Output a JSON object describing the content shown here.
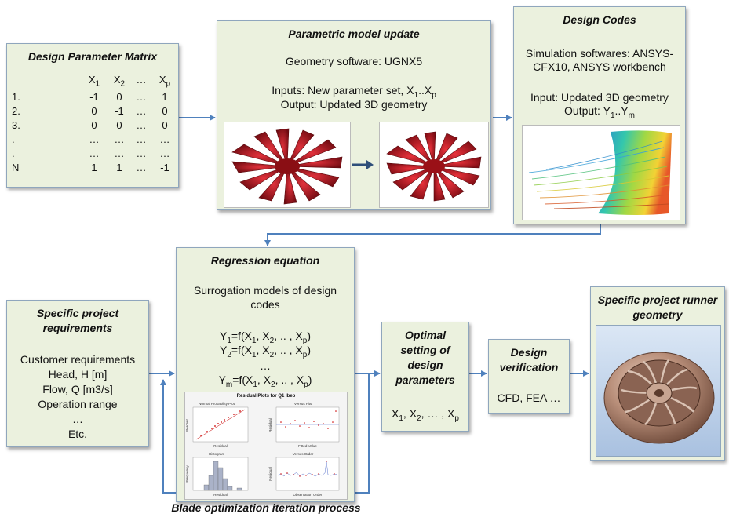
{
  "matrix_box": {
    "title": "Design Parameter Matrix",
    "header": [
      "X1",
      "X2",
      "…",
      "Xp"
    ],
    "rows": [
      {
        "label": "1.",
        "cells": [
          "-1",
          "0",
          "…",
          "1"
        ]
      },
      {
        "label": "2.",
        "cells": [
          "0",
          "-1",
          "…",
          "0"
        ]
      },
      {
        "label": "3.",
        "cells": [
          "0",
          "0",
          "…",
          "0"
        ]
      },
      {
        "label": ".",
        "cells": [
          "…",
          "…",
          "…",
          "…"
        ]
      },
      {
        "label": ".",
        "cells": [
          "…",
          "…",
          "…",
          "…"
        ]
      },
      {
        "label": "N",
        "cells": [
          "1",
          "1",
          "…",
          "-1"
        ]
      }
    ]
  },
  "parametric_box": {
    "title": "Parametric model update",
    "software": "Geometry software: UGNX5",
    "inputs": "Inputs: New parameter set, X1..Xp",
    "output": "Output: Updated 3D geometry"
  },
  "codes_box": {
    "title": "Design Codes",
    "sim_line1": "Simulation softwares: ANSYS-",
    "sim_line2": "CFX10, ANSYS workbench",
    "input": "Input: Updated 3D geometry",
    "output": "Output: Y1..Ym"
  },
  "regression_box": {
    "title": "Regression equation",
    "sub1": "Surrogation models of design",
    "sub2": "codes",
    "eq1": "Y1=f(X1, X2, .. , Xp)",
    "eq2": "Y2=f(X1, X2, .. , Xp)",
    "dots": "…",
    "eqm": "Ym=f(X1, X2, .. , Xp)",
    "plots_title": "Residual Plots for Q1 Ibep",
    "plot_titles": [
      "Normal Probability Plot",
      "Versus Fits",
      "Histogram",
      "Versus Order"
    ],
    "plot_xlabels": [
      "Residual",
      "Fitted Value",
      "Residual",
      "Observation Order"
    ],
    "plot_ylabels": [
      "Percent",
      "Residual",
      "Frequency",
      "Residual"
    ]
  },
  "requirements_box": {
    "title1": "Specific project",
    "title2": "requirements",
    "items": [
      "Customer requirements",
      "Head, H [m]",
      "Flow, Q [m3/s]",
      "Operation range",
      "…",
      "Etc."
    ]
  },
  "optimal_box": {
    "title_lines": [
      "Optimal",
      "setting of",
      "design",
      "parameters"
    ],
    "vars": "X1, X2, … , Xp"
  },
  "verification_box": {
    "title1": "Design",
    "title2": "verification",
    "text": "CFD, FEA …"
  },
  "runner_box": {
    "title1": "Specific project runner",
    "title2": "geometry"
  },
  "loop_label": "Blade optimization iteration process",
  "colors": {
    "box_fill": "#ebf1de",
    "box_border": "#8fa6bd",
    "arrow": "#4f81bd",
    "runner_bg": "#c9daf0",
    "blade_red": "#b5121b"
  }
}
